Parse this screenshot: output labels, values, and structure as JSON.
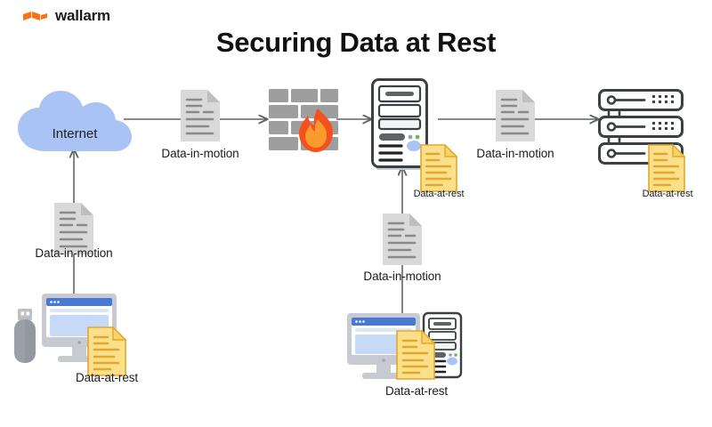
{
  "brand": {
    "name": "wallarm",
    "logo_icon": "wallarm-flag-icon",
    "accent_color": "#F97316"
  },
  "page": {
    "title": "Securing Data at Rest",
    "background_color": "#FFFFFF"
  },
  "palette": {
    "cloud_fill": "#A9C4F4",
    "doc_gray_fill": "#D9D9D9",
    "doc_gray_line": "#8A8A8A",
    "doc_yellow_fill": "#FBE08C",
    "doc_yellow_line": "#E3A72B",
    "brick_fill": "#9E9E9E",
    "flame_outer": "#F4511E",
    "flame_inner": "#FB9B2E",
    "arrow_stroke": "#5F6368",
    "device_dark": "#3C4043",
    "screen_blue": "#C6D9F7",
    "screen_bar_blue": "#4A77D4"
  },
  "nodes": {
    "internet": {
      "label": "Internet",
      "icon": "cloud-icon"
    },
    "firewall": {
      "icon": "firewall-brick-flame-icon"
    },
    "server_tower": {
      "icon": "server-tower-icon"
    },
    "server_rack": {
      "icon": "server-rack-icon"
    },
    "workstation_left": {
      "icon": "desktop-monitor-icon"
    },
    "usb_drive": {
      "icon": "usb-flash-drive-icon"
    },
    "workstation_middle": {
      "icon": "desktop-monitor-with-tower-icon"
    }
  },
  "labels": {
    "data_in_motion_top_left": "Data-in-motion",
    "data_in_motion_top_right": "Data-in-motion",
    "data_in_motion_left": "Data-in-motion",
    "data_in_motion_middle": "Data-in-motion",
    "data_at_rest_left": "Data-at-rest",
    "data_at_rest_middle": "Data-at-rest",
    "data_at_rest_server": "Data-at-rest",
    "data_at_rest_rack": "Data-at-rest"
  },
  "flow": {
    "connectors": [
      {
        "name": "internet-to-firewall",
        "direction": "right"
      },
      {
        "name": "firewall-to-server-tower",
        "direction": "right"
      },
      {
        "name": "server-tower-to-rack",
        "direction": "right"
      },
      {
        "name": "workstation-left-to-internet",
        "direction": "up"
      },
      {
        "name": "workstation-middle-to-server-tower",
        "direction": "up"
      }
    ]
  }
}
